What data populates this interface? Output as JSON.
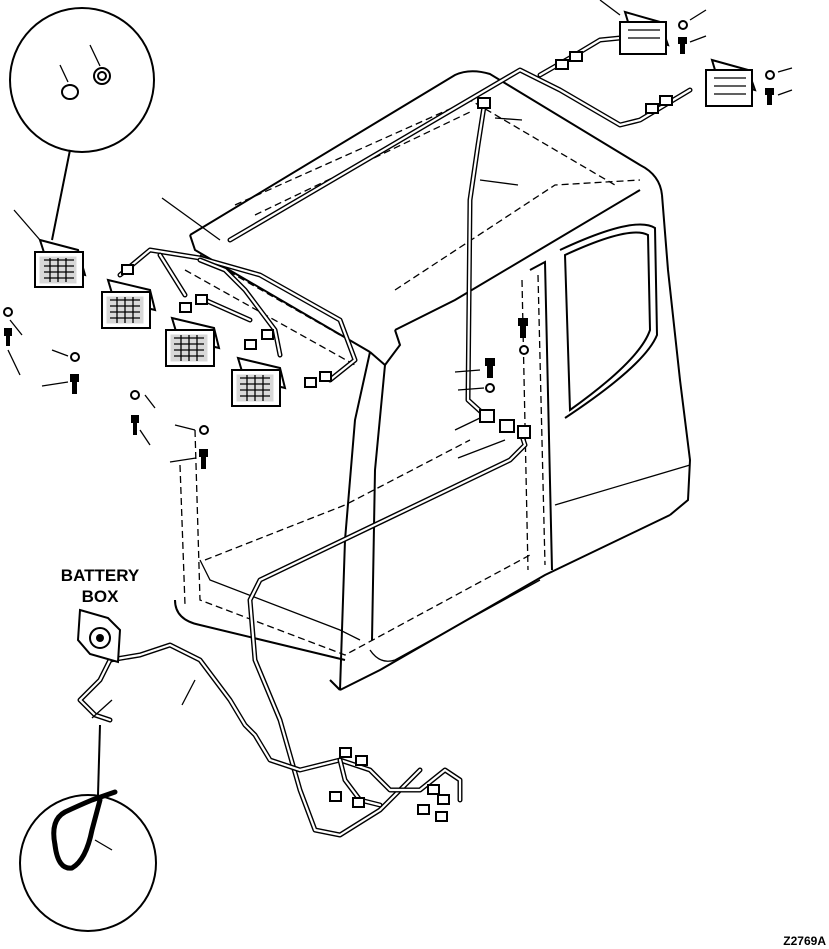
{
  "labels": {
    "battery_box_line1": "BATTERY",
    "battery_box_line2": "BOX",
    "figure_code": "Z2769A"
  }
}
